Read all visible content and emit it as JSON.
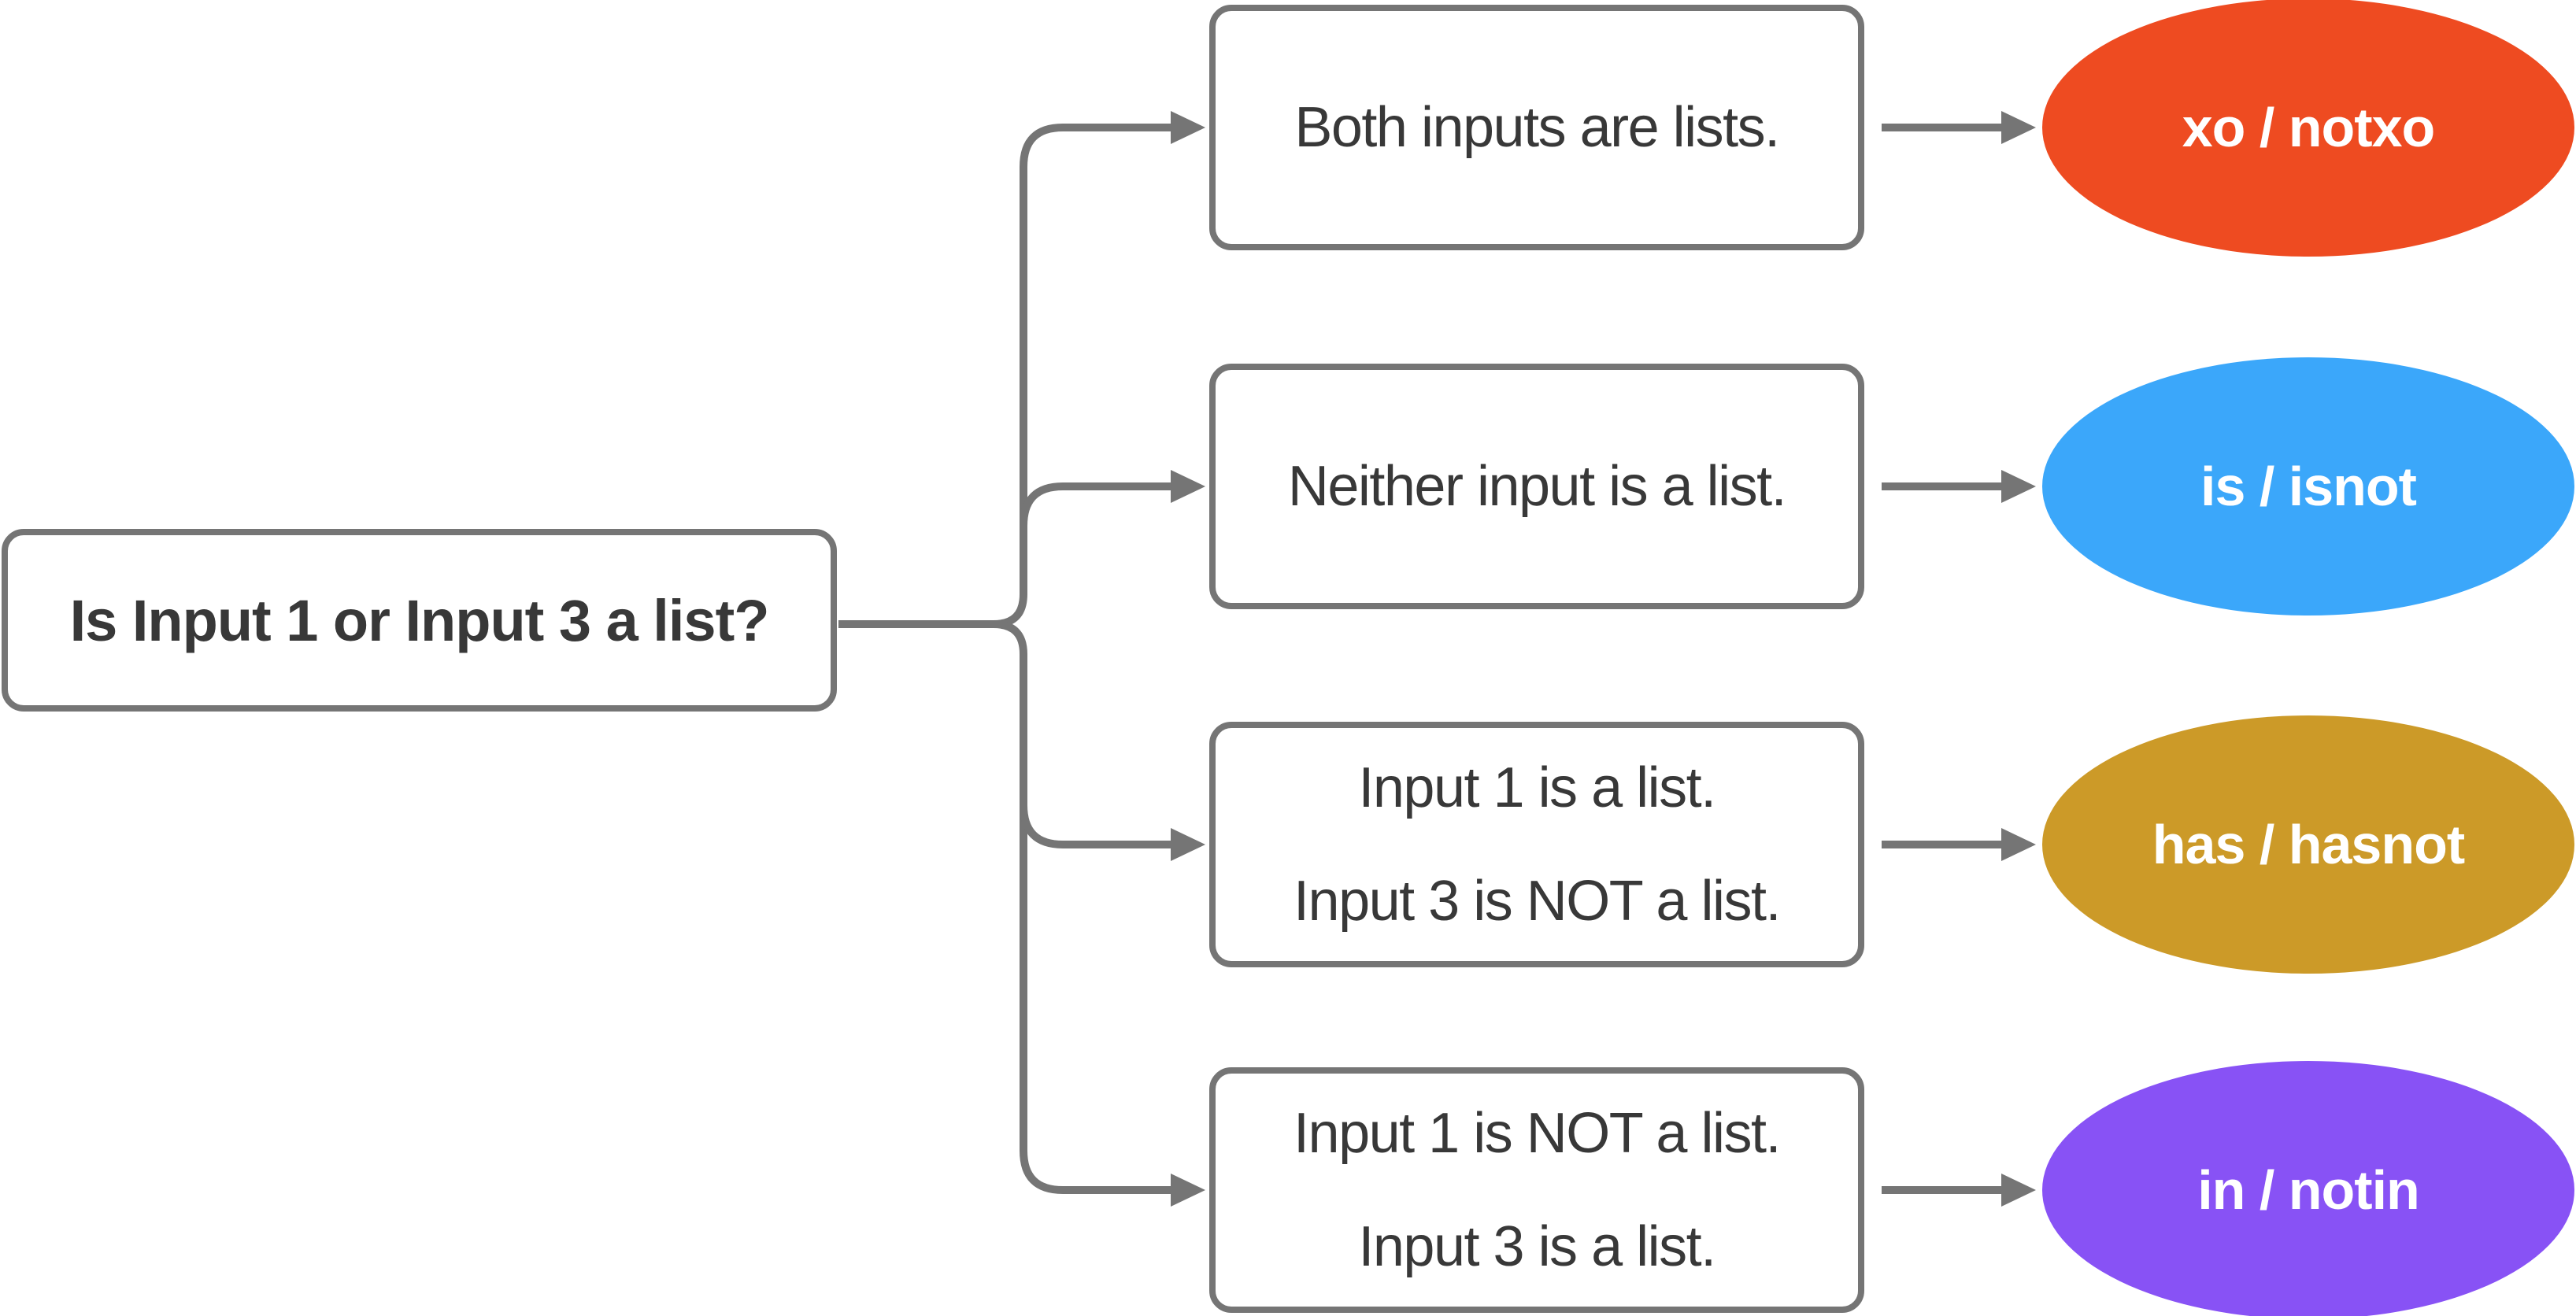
{
  "diagram": {
    "background_color": "#ffffff",
    "connector_color": "#757575",
    "node_border_color": "#757575",
    "node_text_color": "#383838",
    "result_text_color": "#ffffff",
    "root": {
      "label": "Is Input 1 or Input 3 a list?"
    },
    "branches": [
      {
        "condition": {
          "line1": "Both inputs are lists."
        },
        "result": {
          "label": "xo / notxo",
          "color": "#EE4B21"
        }
      },
      {
        "condition": {
          "line1": "Neither input is a list."
        },
        "result": {
          "label": "is / isnot",
          "color": "#3BA7FA"
        }
      },
      {
        "condition": {
          "line1": "Input 1 is a list.",
          "line2": "Input 3 is NOT a list."
        },
        "result": {
          "label": "has / hasnot",
          "color": "#CC9A28"
        }
      },
      {
        "condition": {
          "line1": "Input 1 is NOT a list.",
          "line2": "Input 3 is a list."
        },
        "result": {
          "label": "in / notin",
          "color": "#8852F5"
        }
      }
    ]
  }
}
